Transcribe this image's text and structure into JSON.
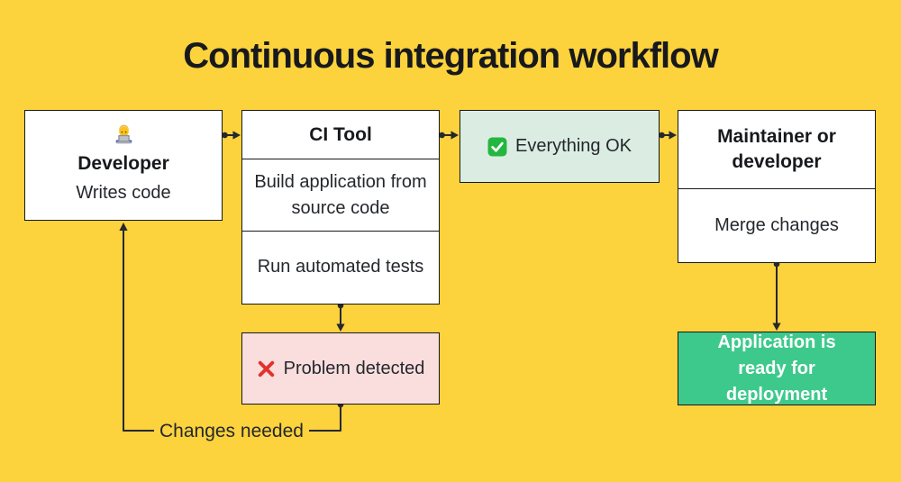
{
  "title": "Continuous integration workflow",
  "colors": {
    "background": "#FCD23D",
    "node_background": "#FFFFFF",
    "everything_ok_background": "#DBEDE3",
    "problem_background": "#F9DEDD",
    "deployment_background": "#3EC98C",
    "deployment_text": "#FFFFFF",
    "border": "#17191C",
    "connector": "#26282B",
    "check_green": "#24B73F",
    "cross_red": "#E0342C"
  },
  "nodes": {
    "developer": {
      "icon": "technologist-icon",
      "title": "Developer",
      "subtitle": "Writes code"
    },
    "ci_tool": {
      "title": "CI Tool",
      "steps": [
        "Build application from source code",
        "Run automated tests"
      ]
    },
    "everything_ok": {
      "icon": "check-mark-icon",
      "label": "Everything OK"
    },
    "maintainer": {
      "title": "Maintainer or developer",
      "action": "Merge changes"
    },
    "problem_detected": {
      "icon": "cross-mark-icon",
      "label": "Problem detected"
    },
    "deployment": {
      "label": "Application is ready for deployment"
    }
  },
  "edges": {
    "changes_needed_label": "Changes needed"
  }
}
